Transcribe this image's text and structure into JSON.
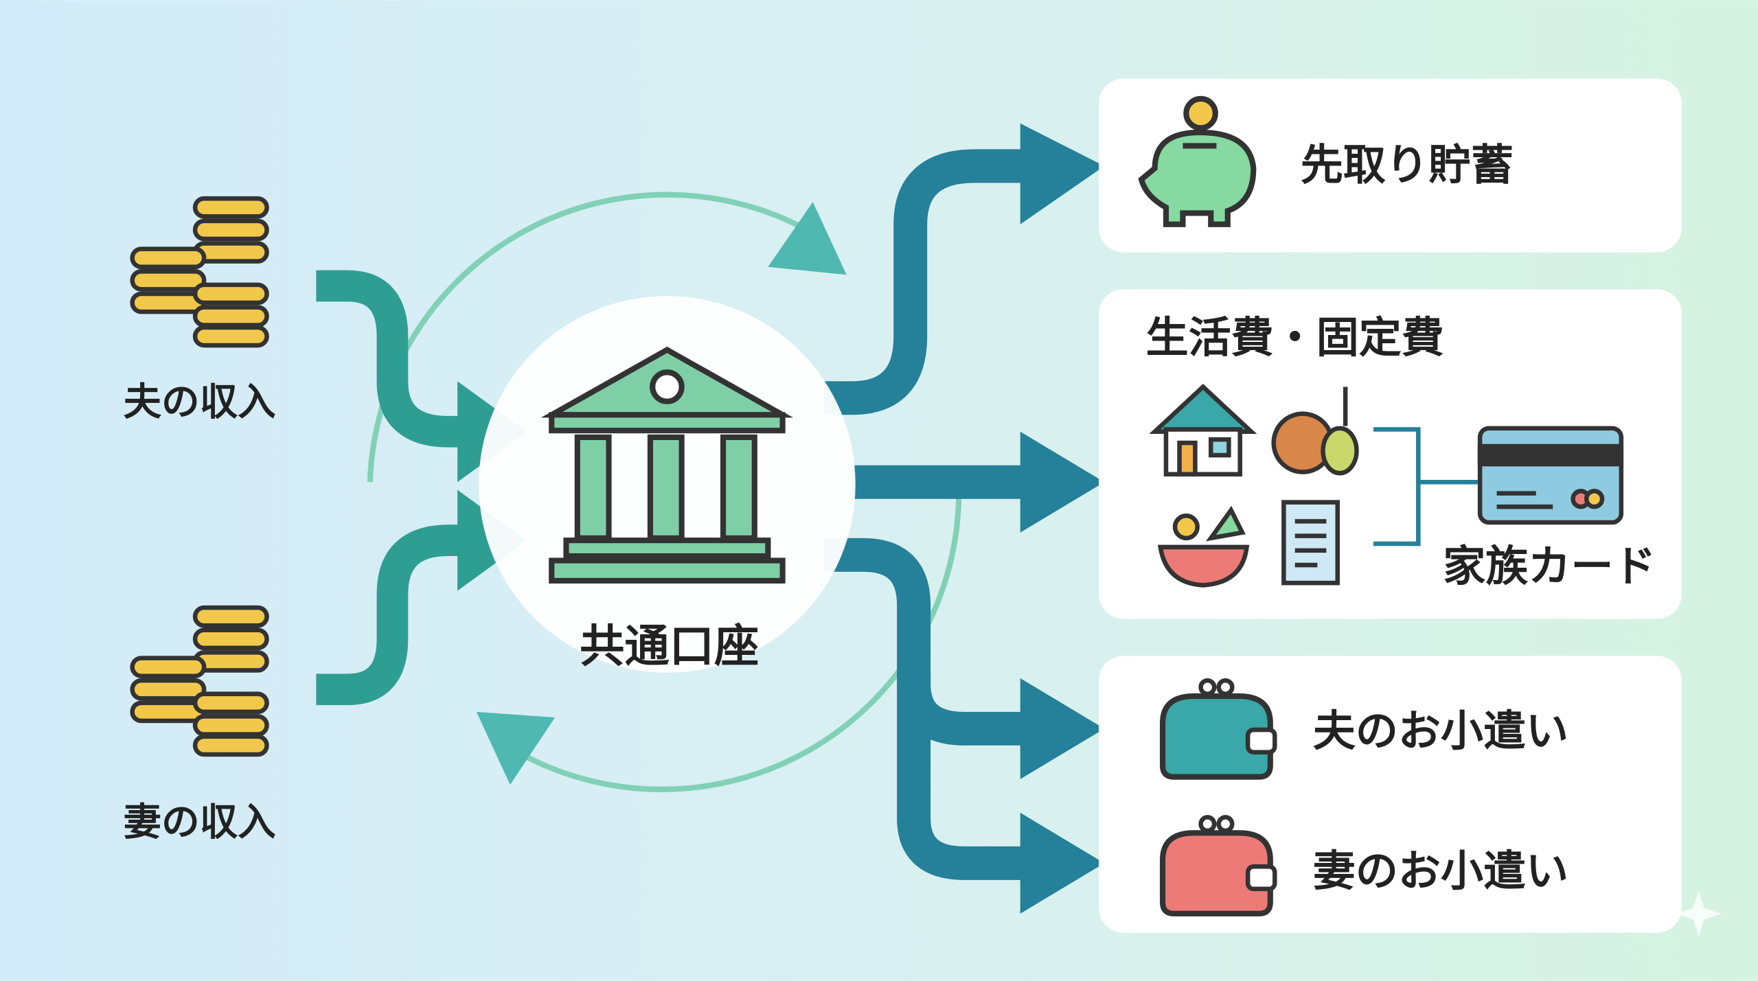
{
  "incomes": [
    {
      "label": "夫の収入",
      "icon": "coins-icon"
    },
    {
      "label": "妻の収入",
      "icon": "coins-icon"
    }
  ],
  "hub": {
    "label": "共通口座",
    "icon": "bank-icon"
  },
  "outputs": {
    "savings": {
      "label": "先取り貯蓄",
      "icon": "piggy-bank-icon"
    },
    "living": {
      "title": "生活費・固定費",
      "icons": [
        "house-icon",
        "food-icon",
        "meal-bowl-icon",
        "receipt-icon"
      ],
      "card_label": "家族カード",
      "card_icon": "credit-card-icon"
    },
    "allowance_husband": {
      "label": "夫のお小遣い",
      "icon": "purse-icon"
    },
    "allowance_wife": {
      "label": "妻のお小遣い",
      "icon": "purse-icon"
    }
  },
  "colors": {
    "input_arrow": "#2f9e92",
    "output_arrow": "#25809a",
    "cycle": "#6cc9a6",
    "coin": "#f2c84b",
    "bank": "#7fcfa6",
    "piggy": "#86d9a0",
    "purse_husband": "#3aa7a8",
    "purse_wife": "#ec7b78"
  }
}
